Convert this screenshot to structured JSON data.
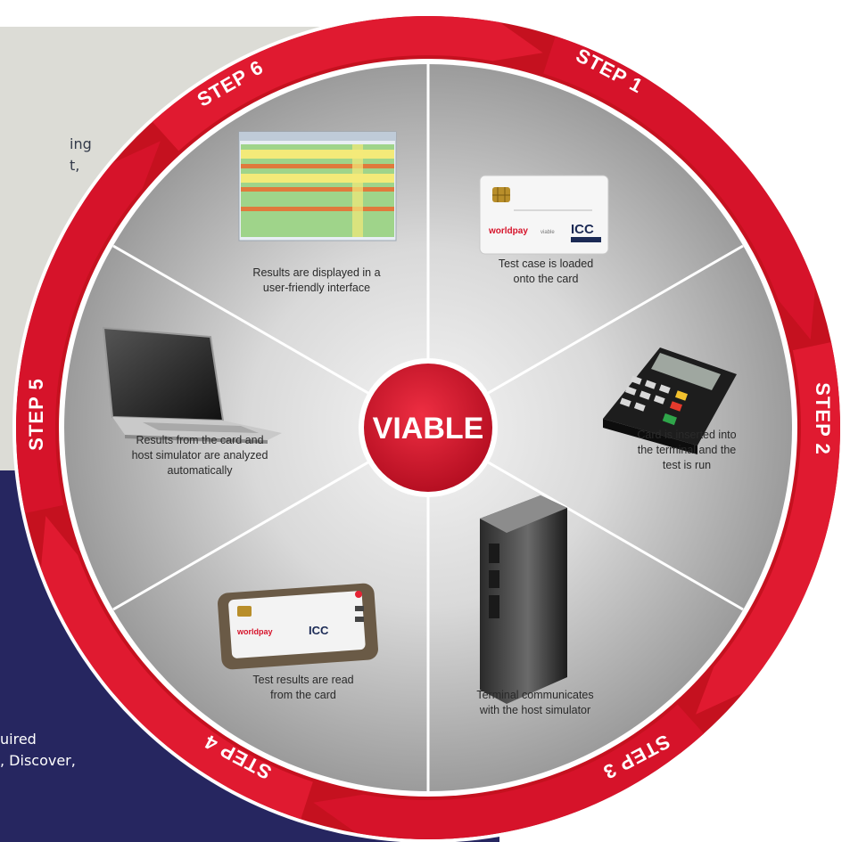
{
  "background_text": {
    "grey_line_1": "ing",
    "grey_line_2": "t,",
    "navy_line_1": "uired",
    "navy_line_2": ", Discover,"
  },
  "center": {
    "label": "VIABLE"
  },
  "steps": [
    {
      "label": "STEP 1",
      "caption": [
        "Test case is loaded",
        "onto the card"
      ]
    },
    {
      "label": "STEP 2",
      "caption": [
        "Card is inserted into",
        "the terminal and the",
        "test is run"
      ]
    },
    {
      "label": "STEP 3",
      "caption": [
        "Terminal communicates",
        "with the host simulator"
      ]
    },
    {
      "label": "STEP 4",
      "caption": [
        "Test results are read",
        "from the card"
      ]
    },
    {
      "label": "STEP 5",
      "caption": [
        "Results from the card and",
        "host simulator are analyzed",
        "automatically"
      ]
    },
    {
      "label": "STEP 6",
      "caption": [
        "Results are displayed in a",
        "user-friendly interface"
      ]
    }
  ],
  "card_logos": {
    "brand": "worldpay",
    "sub": "viable",
    "cert": "ICC"
  },
  "colors": {
    "ring_red": "#d6132a",
    "ring_dark": "#a80d1f",
    "wheel_grey": "#bdbdbd",
    "navy": "#262660",
    "grey_panel": "#dcdcd6"
  },
  "icons": [
    "smart-card-icon",
    "card-terminal-icon",
    "server-tower-icon",
    "card-reader-icon",
    "laptop-icon",
    "spreadsheet-screen-icon"
  ]
}
